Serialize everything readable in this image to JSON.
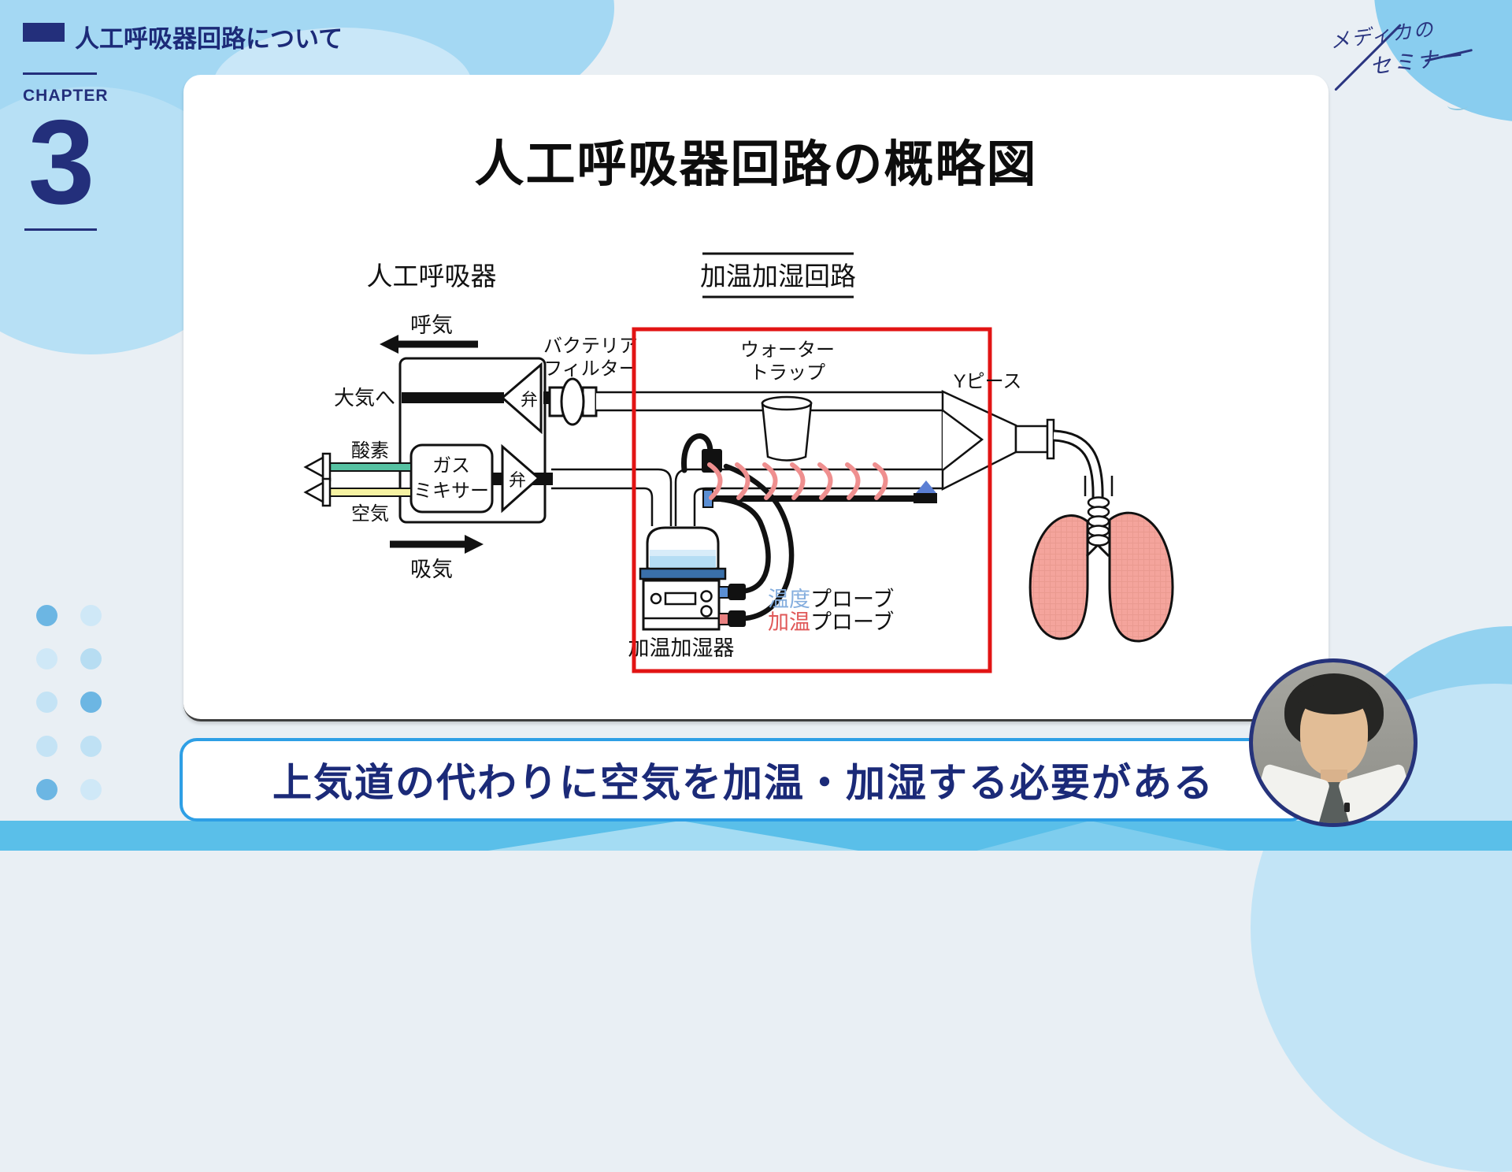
{
  "header": {
    "title": "人工呼吸器回路について",
    "chapter_label": "CHAPTER",
    "chapter_number": "3"
  },
  "logo": {
    "line1": "メディカの",
    "line2": "セミナー"
  },
  "slide": {
    "title": "人工呼吸器回路の概略図"
  },
  "diagram": {
    "ventilator_label": "人工呼吸器",
    "circuit_label": "加温加湿回路",
    "exhale_label": "呼気",
    "inhale_label": "吸気",
    "atmosphere_label": "大気へ",
    "oxygen_label": "酸素",
    "air_label": "空気",
    "gas_mixer_line1": "ガス",
    "gas_mixer_line2": "ミキサー",
    "valve_label": "弁",
    "bacteria_filter_line1": "バクテリア",
    "bacteria_filter_line2": "フィルター",
    "water_trap_line1": "ウォーター",
    "water_trap_line2": "トラップ",
    "y_piece_label": "Yピース",
    "temp_probe_highlight": "温度",
    "temp_probe_rest": "プローブ",
    "heat_probe_highlight": "加温",
    "heat_probe_rest": "プローブ",
    "humidifier_label": "加温加湿器"
  },
  "banner": {
    "text": "上気道の代わりに空気を加温・加湿する必要がある"
  },
  "colors": {
    "navy": "#232f7b",
    "highlight_box_red": "#e21414",
    "oxygen_line": "#56c2a2",
    "air_line": "#f6f2a2",
    "heater_wire": "#ef8f8f",
    "temp_probe_blue": "#85aede",
    "heat_probe_red": "#e05858",
    "banner_border_blue": "#2e9fe5",
    "water_blue": "#b5ddf4",
    "lung_pink": "#f4a49c",
    "background_strip_blue": "#5abfe9"
  }
}
